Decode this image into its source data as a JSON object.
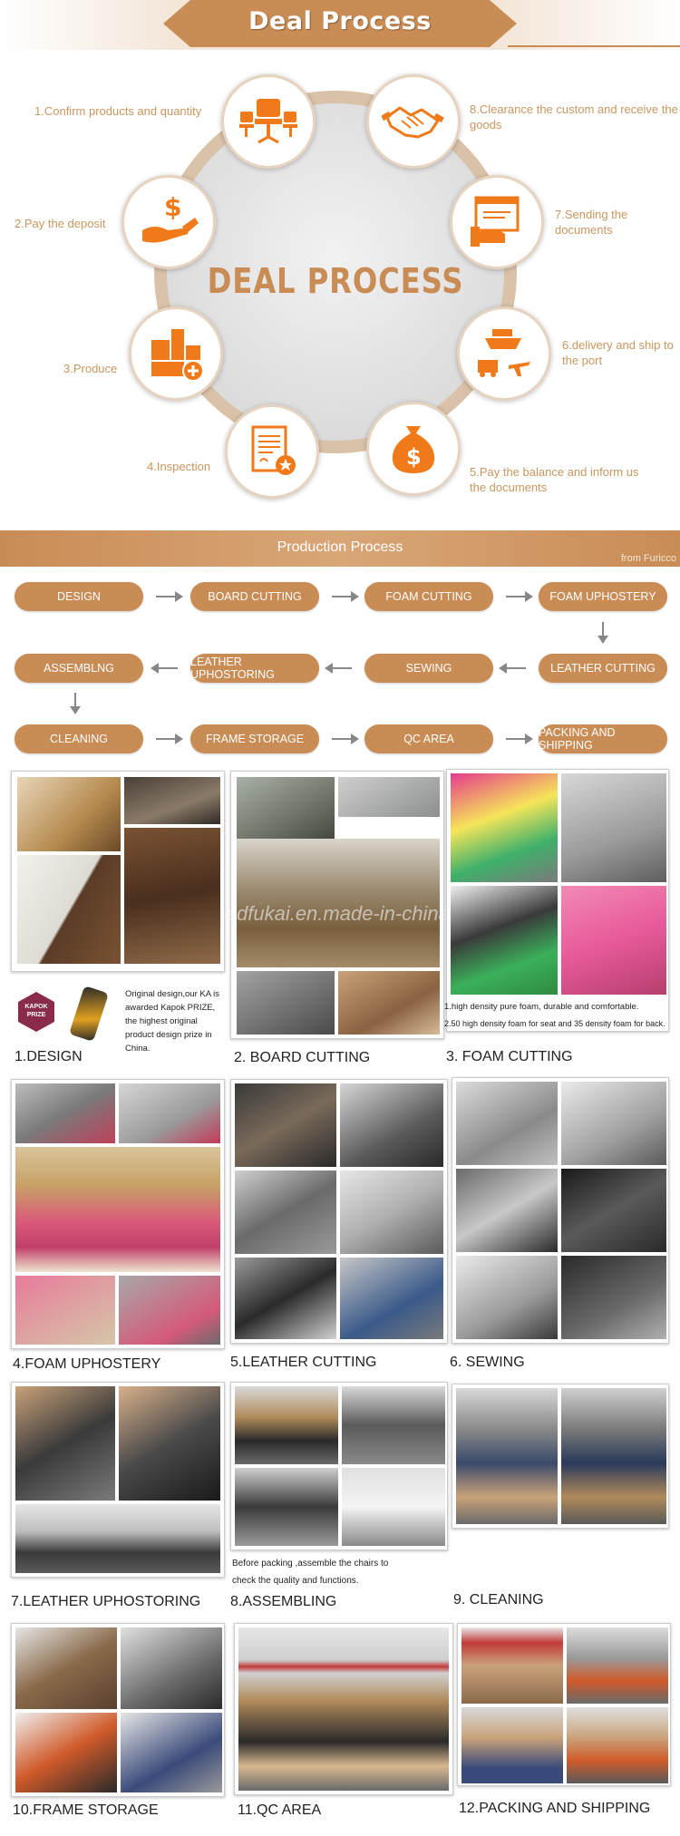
{
  "deal": {
    "banner_title": "Deal Process",
    "center_title": "DEAL PROCESS",
    "steps": [
      {
        "label": "1.Confirm products and quantity",
        "icon": "office-chairs-icon"
      },
      {
        "label": "2.Pay the deposit",
        "icon": "money-hand-icon"
      },
      {
        "label": "3.Produce",
        "icon": "production-blocks-icon"
      },
      {
        "label": "4.Inspection",
        "icon": "document-inspection-icon"
      },
      {
        "label": "5.Pay the balance and inform us the documents",
        "icon": "money-bag-icon"
      },
      {
        "label": "6.delivery and ship to the port",
        "icon": "shipping-icon"
      },
      {
        "label": "7.Sending the documents",
        "icon": "documents-browser-icon"
      },
      {
        "label": "8.Clearance the custom and receive the goods",
        "icon": "handshake-icon"
      }
    ]
  },
  "production": {
    "banner_title": "Production Process",
    "credit": "from Furicco",
    "flow": [
      "DESIGN",
      "BOARD CUTTING",
      "FOAM CUTTING",
      "FOAM UPHOSTERY",
      "LEATHER CUTTING",
      "SEWING",
      "LEATHER UPHOSTORING",
      "ASSEMBLNG",
      "CLEANING",
      "FRAME STORAGE",
      "QC AREA",
      "PACKING AND SHIPPING"
    ]
  },
  "gallery": {
    "captions": [
      "1.DESIGN",
      "2. BOARD CUTTING",
      "3. FOAM CUTTING",
      "4.FOAM UPHOSTERY",
      "5.LEATHER CUTTING",
      "6. SEWING",
      "7.LEATHER UPHOSTORING",
      "8.ASSEMBLING",
      "9. CLEANING",
      "10.FRAME STORAGE",
      "11.QC AREA",
      "12.PACKING AND SHIPPING"
    ],
    "design_note": "Original design,our KA  is awarded Kapok PRIZE, the highest original product design prize in China.",
    "prize_badge": {
      "line1": "KAPOK",
      "line2": "PRIZE"
    },
    "foam_note_1": "1.high density pure foam, durable and  comfortable.",
    "foam_note_2": "2.50 high density foam for seat and 35 density foam for back.",
    "assembling_note_1": "Before packing ,assemble the chairs to",
    "assembling_note_2": "check the quality and functions.",
    "watermark": "sdfukai.en.made-in-china.com"
  },
  "colors": {
    "accent": "#c98c55",
    "accent_light": "#d9a677",
    "label_text": "#c9965f",
    "icon_orange": "#f07a1a"
  }
}
